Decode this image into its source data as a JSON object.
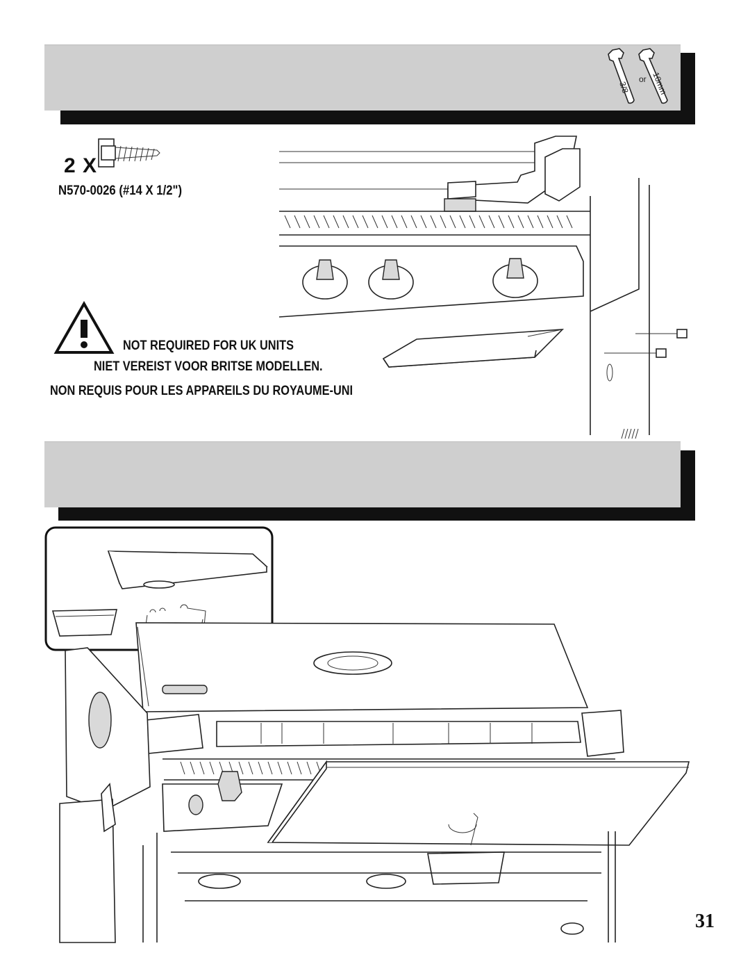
{
  "page": {
    "number": "31"
  },
  "step_top": {
    "hardware_quantity": "2 X",
    "hardware_part": "N570-0026 (#14 X 1/2\")",
    "tools": {
      "wrench_1_size": "3/8",
      "separator": "or",
      "wrench_2_size": "10mm"
    },
    "warning": {
      "icon": "warning-triangle-icon",
      "line_en": "NOT REQUIRED FOR UK UNITS",
      "line_nl": "NIET VEREIST VOOR BRITSE MODELLEN.",
      "line_fr": "NON REQUIS POUR LES APPAREILS DU ROYAUME-UNI"
    }
  },
  "step_bottom": {
    "parts_inset": "parts-inset-box"
  },
  "colors": {
    "banner_panel": "#cfcfcf",
    "banner_shadow": "#111111"
  }
}
